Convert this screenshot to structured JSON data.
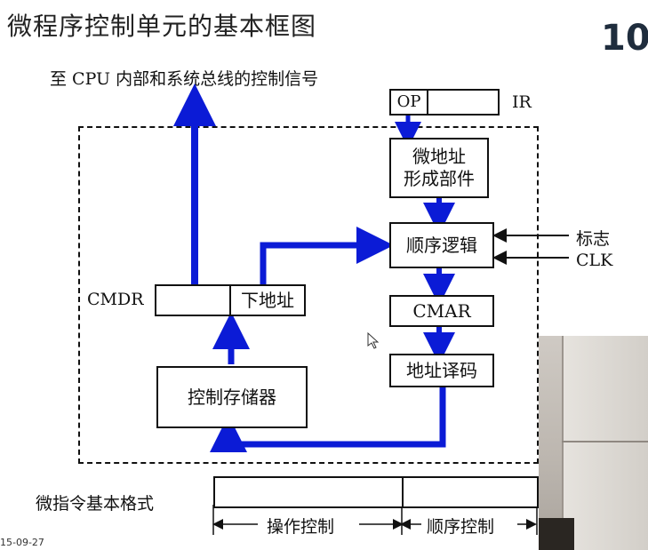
{
  "slide": {
    "title": "微程序控制单元的基本框图",
    "number": "10",
    "date_stamp": "15-09-27"
  },
  "diagram": {
    "top_signal_label": "至 CPU 内部和系统总线的控制信号",
    "ir_op": "OP",
    "ir_label": "IR",
    "addr_gen": "微地址\n形成部件",
    "seq_logic": "顺序逻辑",
    "flag_label": "标志",
    "clk_label": "CLK",
    "cmar": "CMAR",
    "decoder": "地址译码",
    "cmdr_label": "CMDR",
    "next_addr": "下地址",
    "control_store": "控制存储器"
  },
  "format": {
    "caption": "微指令基本格式",
    "op_field": "操作控制",
    "seq_field": "顺序控制"
  },
  "colors": {
    "arrow": "#0b1bd6",
    "line": "#111111"
  }
}
